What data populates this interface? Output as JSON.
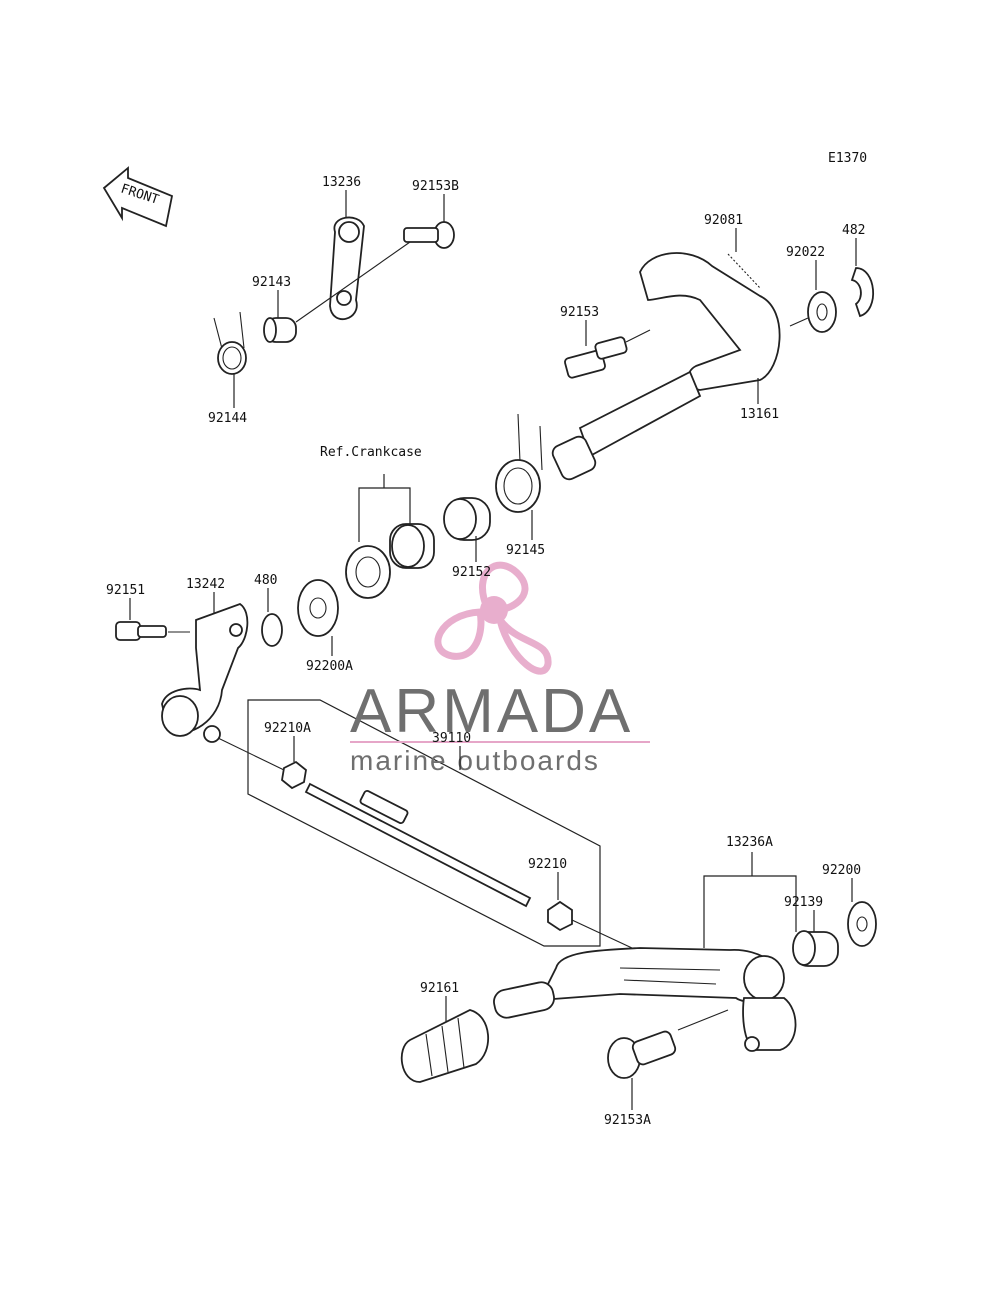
{
  "diagram_code": "E1370",
  "front_label": "FRONT",
  "ref_label": "Ref.Crankcase",
  "watermark": {
    "brand": "ARMADA",
    "tagline": "marine outboards",
    "logo_color": "#e6a6c8",
    "text_color": "#6f6f6f"
  },
  "parts": {
    "p13236": "13236",
    "p92153B": "92153B",
    "p92143": "92143",
    "p92144": "92144",
    "p92081": "92081",
    "p482": "482",
    "p92022": "92022",
    "p92153": "92153",
    "p13161": "13161",
    "p92145": "92145",
    "p92152": "92152",
    "p92151": "92151",
    "p13242": "13242",
    "p480": "480",
    "p92200A": "92200A",
    "p92210A": "92210A",
    "p39110": "39110",
    "p92210": "92210",
    "p13236A": "13236A",
    "p92200": "92200",
    "p92139": "92139",
    "p92161": "92161",
    "p92153A": "92153A"
  }
}
